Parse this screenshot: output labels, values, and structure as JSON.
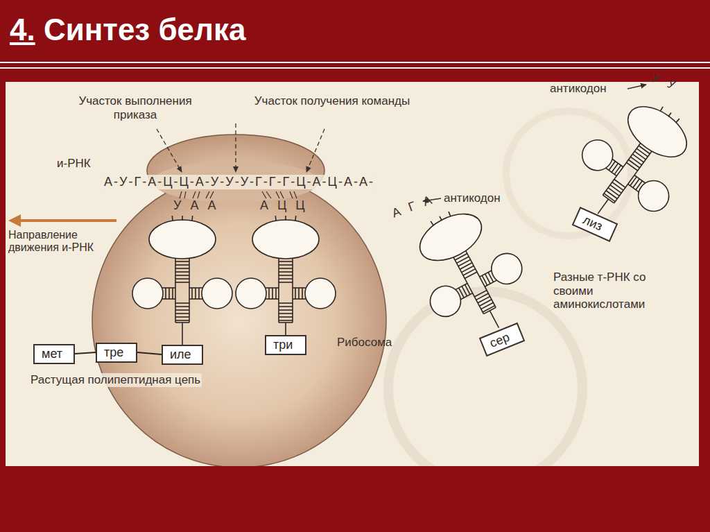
{
  "diagram": {
    "title": "4. Синтез белка",
    "nodes": [
      {
        "text": [
          "мет"
        ]
      },
      {
        "text": [
          "тре"
        ]
      },
      {
        "text": [
          "иле"
        ]
      },
      {
        "text": [
          "три"
        ]
      },
      {
        "text": [
          "сер"
        ]
      },
      {
        "text": [
          "лиз"
        ]
      }
    ],
    "edges": [
      {
        "from": 0,
        "to": 1,
        "arrow": "none"
      },
      {
        "from": 1,
        "to": 2,
        "arrow": "none"
      }
    ],
    "labels": [
      "Участок выполнения приказа",
      "Участок получения команды",
      "и-РНК",
      "А-У-Г-А-Ц-Ц-А-У-У-У-Г-Г-Г-Ц-А-Ц-А-А-",
      "Направление движения и-РНК",
      "У А А",
      "А Ц Ц",
      "Растущая полипептидная цепь",
      "Рибосома",
      "антикодон",
      "У У",
      "А Г А",
      "антикодон",
      "Разные т-РНК со своими аминокислотами"
    ]
  }
}
